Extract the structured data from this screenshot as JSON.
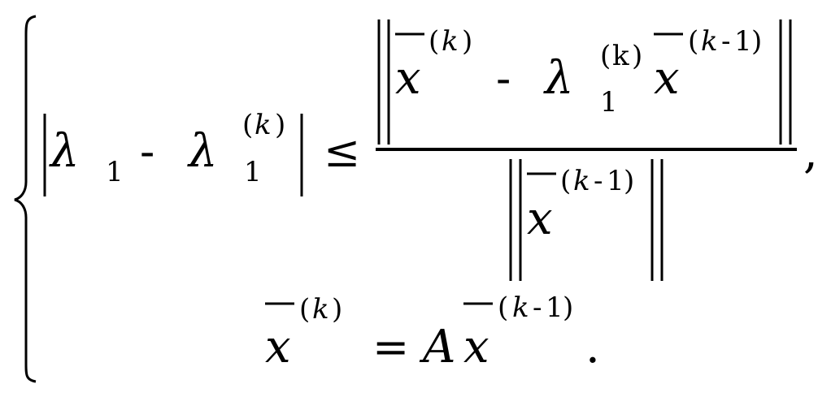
{
  "formula": {
    "lambda": "λ",
    "one": "1",
    "minus": "-",
    "k": "k",
    "k_roman": "k",
    "paren_open": "(",
    "paren_close": ")",
    "k_minus_one_k": "k",
    "k_minus_one_minus": "-",
    "k_minus_one_one": "1",
    "leq": "≤",
    "comma": ",",
    "x": "x",
    "equals": "=",
    "A": "A",
    "period": "."
  }
}
